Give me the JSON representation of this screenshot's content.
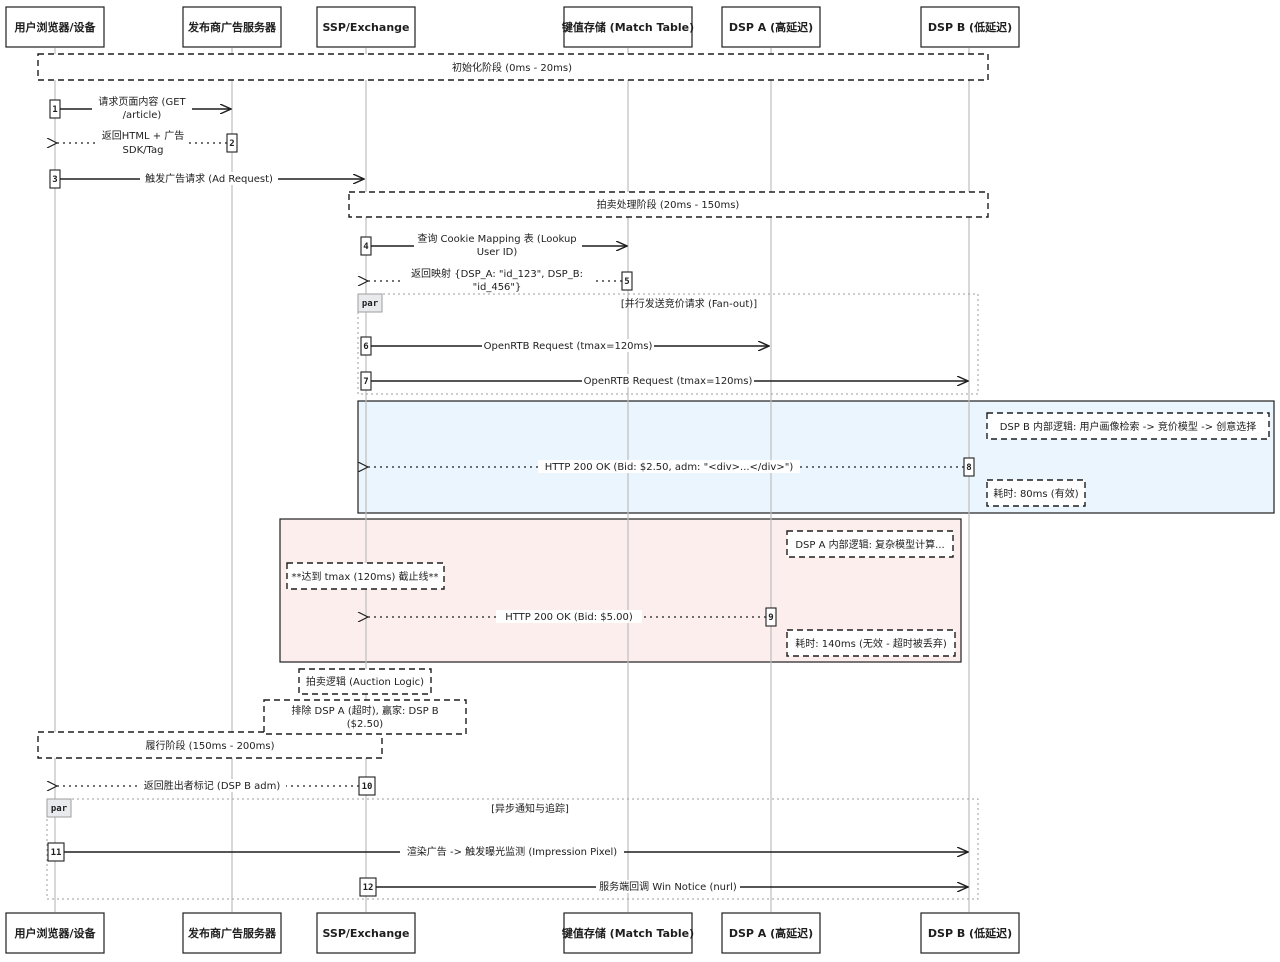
{
  "actors": [
    {
      "id": "browser",
      "label": "用户浏览器/设备"
    },
    {
      "id": "publisher",
      "label": "发布商广告服务器"
    },
    {
      "id": "ssp",
      "label": "SSP/Exchange"
    },
    {
      "id": "kv",
      "label": "键值存储 (Match Table)"
    },
    {
      "id": "dspa",
      "label": "DSP A (高延迟)"
    },
    {
      "id": "dspb",
      "label": "DSP B (低延迟)"
    }
  ],
  "phases": {
    "init": "初始化阶段 (0ms - 20ms)",
    "auction": "拍卖处理阶段 (20ms - 150ms)",
    "fulfill": "履行阶段 (150ms - 200ms)"
  },
  "messages": [
    {
      "num": "1",
      "from": "browser",
      "to": "publisher",
      "style": "solid",
      "lines": [
        "请求页面内容 (GET",
        "/article)"
      ]
    },
    {
      "num": "2",
      "from": "publisher",
      "to": "browser",
      "style": "dotted",
      "lines": [
        "返回HTML + 广告",
        "SDK/Tag"
      ]
    },
    {
      "num": "3",
      "from": "browser",
      "to": "ssp",
      "style": "solid",
      "lines": [
        "触发广告请求 (Ad Request)"
      ]
    },
    {
      "num": "4",
      "from": "ssp",
      "to": "kv",
      "style": "solid",
      "lines": [
        "查询 Cookie Mapping 表 (Lookup",
        "User ID)"
      ]
    },
    {
      "num": "5",
      "from": "kv",
      "to": "ssp",
      "style": "dotted",
      "lines": [
        "返回映射 {DSP_A: \"id_123\", DSP_B:",
        "\"id_456\"}"
      ]
    },
    {
      "num": "6",
      "from": "ssp",
      "to": "dspa",
      "style": "solid",
      "lines": [
        "OpenRTB Request (tmax=120ms)"
      ]
    },
    {
      "num": "7",
      "from": "ssp",
      "to": "dspb",
      "style": "solid",
      "lines": [
        "OpenRTB Request (tmax=120ms)"
      ]
    },
    {
      "num": "8",
      "from": "dspb",
      "to": "ssp",
      "style": "dotted",
      "lines": [
        "HTTP 200 OK (Bid: $2.50, adm: \"<div>...</div>\")"
      ]
    },
    {
      "num": "9",
      "from": "dspa",
      "to": "ssp",
      "style": "dotted",
      "lines": [
        "HTTP 200 OK (Bid: $5.00)"
      ]
    },
    {
      "num": "10",
      "from": "ssp",
      "to": "browser",
      "style": "dotted",
      "lines": [
        "返回胜出者标记 (DSP B adm)"
      ]
    },
    {
      "num": "11",
      "from": "browser",
      "to": "dspb",
      "style": "solid",
      "lines": [
        "渲染广告 -> 触发曝光监测 (Impression Pixel)"
      ]
    },
    {
      "num": "12",
      "from": "ssp",
      "to": "dspb",
      "style": "solid",
      "lines": [
        "服务端回调 Win Notice (nurl)"
      ]
    }
  ],
  "par_blocks": [
    {
      "tag": "par",
      "title": "[并行发送竞价请求 (Fan-out)]"
    },
    {
      "tag": "par",
      "title": "[异步通知与追踪]"
    }
  ],
  "notes": {
    "dspb_logic": "DSP B 内部逻辑: 用户画像检索 -> 竞价模型 -> 创意选择",
    "dspb_time": "耗时: 80ms (有效)",
    "dspa_logic": "DSP A 内部逻辑: 复杂模型计算...",
    "tmax_deadline": "**达到 tmax (120ms) 截止线**",
    "dspa_time": "耗时: 140ms (无效 - 超时被丢弃)",
    "auction_logic": "拍卖逻辑 (Auction Logic)",
    "auction_result_1": "排除 DSP A (超时), 赢家: DSP B",
    "auction_result_2": "($2.50)"
  },
  "colors": {
    "dspb_region": "#ebf5fd",
    "dspa_region": "#fdeeee",
    "line": "#1e1e1e",
    "lifeline": "#bdbdbd"
  }
}
